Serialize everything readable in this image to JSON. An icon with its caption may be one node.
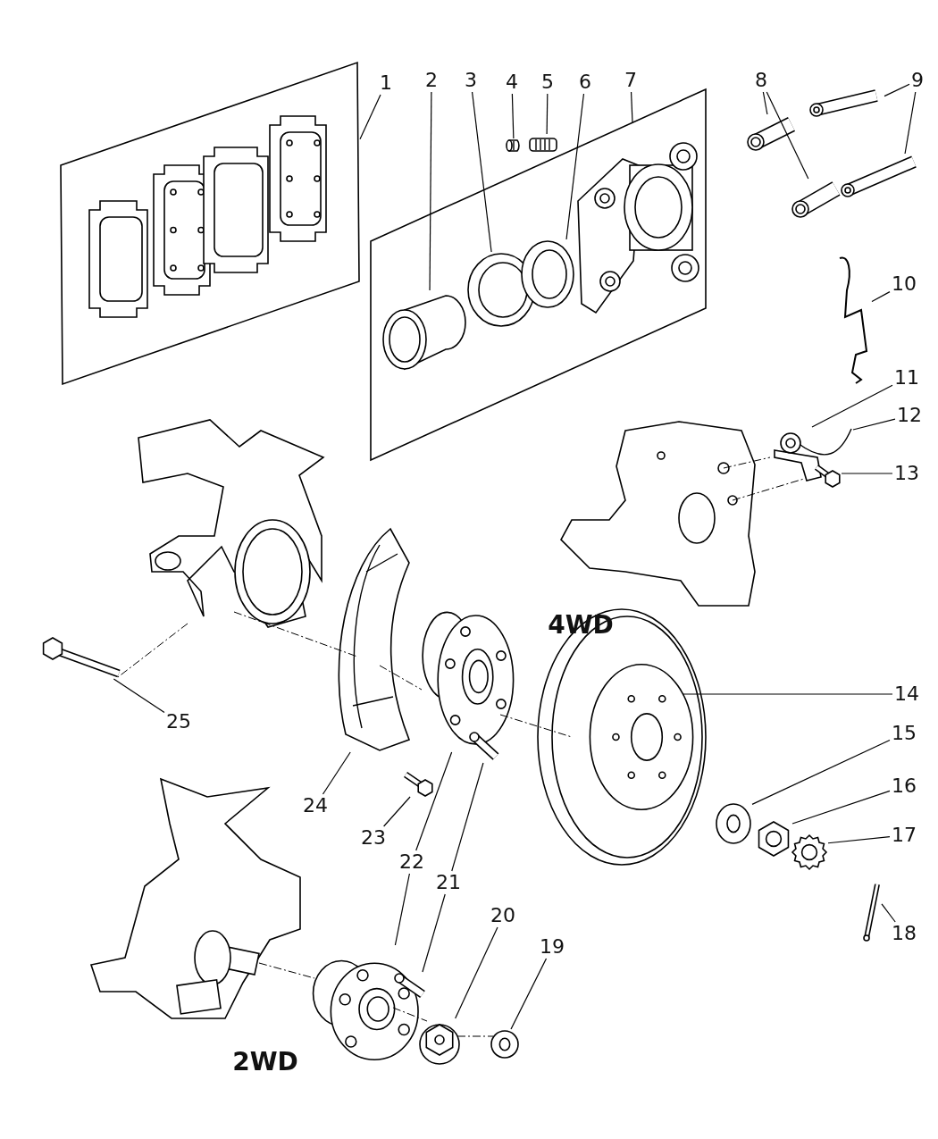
{
  "diagram": {
    "nodes": [
      {
        "text": [],
        "shape": "box"
      },
      {
        "text": [
          "1"
        ]
      },
      {
        "text": [],
        "shape": "box"
      },
      {
        "text": [],
        "shape": "picture",
        "in": 2
      },
      {
        "text": [],
        "shape": "picture",
        "in": 2
      },
      {
        "text": [],
        "shape": "picture",
        "in": 2
      },
      {
        "text": [],
        "shape": "picture",
        "in": 2
      },
      {
        "text": [],
        "shape": "picture",
        "in": 2
      },
      {
        "text": [
          "2"
        ]
      },
      {
        "text": [
          "3"
        ]
      },
      {
        "text": [
          "4"
        ]
      },
      {
        "text": [
          "5"
        ]
      },
      {
        "text": [
          "6"
        ]
      },
      {
        "text": [
          "7"
        ]
      },
      {
        "text": [
          "8"
        ]
      },
      {
        "text": [
          "9"
        ]
      },
      {
        "text": [],
        "shape": "picture"
      },
      {
        "text": [],
        "shape": "picture"
      },
      {
        "text": [],
        "shape": "picture"
      },
      {
        "text": [],
        "shape": "picture"
      },
      {
        "text": [
          "10"
        ]
      },
      {
        "text": [],
        "shape": "picture"
      },
      {
        "text": [
          "11"
        ]
      },
      {
        "text": [
          "12"
        ]
      },
      {
        "text": [],
        "shape": "picture"
      },
      {
        "text": [
          "13"
        ]
      },
      {
        "text": [],
        "shape": "picture"
      },
      {
        "text": [],
        "shape": "picture"
      },
      {
        "text": [],
        "shape": "picture"
      },
      {
        "text": [],
        "shape": "picture"
      },
      {
        "text": [],
        "shape": "picture"
      },
      {
        "text": [],
        "shape": "picture"
      },
      {
        "text": [
          "14"
        ]
      },
      {
        "text": [],
        "shape": "picture"
      },
      {
        "text": [
          "15"
        ]
      },
      {
        "text": [],
        "shape": "picture"
      },
      {
        "text": [
          "16"
        ]
      },
      {
        "text": [],
        "shape": "picture"
      },
      {
        "text": [
          "17"
        ]
      },
      {
        "text": [],
        "shape": "picture"
      },
      {
        "text": [
          "18"
        ]
      },
      {
        "text": [
          "25"
        ]
      },
      {
        "text": [
          "24"
        ]
      },
      {
        "text": [],
        "shape": "picture"
      },
      {
        "text": [
          "23"
        ]
      },
      {
        "text": [
          "22"
        ]
      },
      {
        "text": [
          "21"
        ]
      },
      {
        "text": [
          "20"
        ]
      },
      {
        "text": [
          "19"
        ]
      },
      {
        "text": [],
        "shape": "picture"
      },
      {
        "text": [],
        "shape": "picture"
      },
      {
        "text": [],
        "shape": "picture"
      },
      {
        "text": [],
        "shape": "picture"
      },
      {
        "text": [],
        "shape": "picture"
      },
      {
        "text": [],
        "shape": "picture"
      },
      {
        "text": [],
        "shape": "picture"
      }
    ],
    "edges": [
      {
        "from": 1,
        "to": 0,
        "arrow": "none"
      },
      {
        "from": 8,
        "to": 3,
        "arrow": "none"
      },
      {
        "from": 9,
        "to": 4,
        "arrow": "none"
      },
      {
        "from": 10,
        "to": 5,
        "arrow": "none"
      },
      {
        "from": 11,
        "to": 6,
        "arrow": "none"
      },
      {
        "from": 12,
        "to": 7,
        "arrow": "none"
      },
      {
        "from": 13,
        "to": 2,
        "arrow": "none"
      },
      {
        "from": 14,
        "to": 16,
        "arrow": "none"
      },
      {
        "from": 14,
        "to": 18,
        "arrow": "none"
      },
      {
        "from": 15,
        "to": 17,
        "arrow": "none"
      },
      {
        "from": 15,
        "to": 19,
        "arrow": "none"
      },
      {
        "from": 20,
        "to": 21,
        "arrow": "none"
      },
      {
        "from": 22,
        "to": 24,
        "arrow": "none"
      },
      {
        "from": 23,
        "to": 24,
        "arrow": "none"
      },
      {
        "from": 25,
        "to": 26,
        "arrow": "none"
      },
      {
        "from": 32,
        "to": 31,
        "arrow": "none"
      },
      {
        "from": 34,
        "to": 33,
        "arrow": "none"
      },
      {
        "from": 36,
        "to": 35,
        "arrow": "none"
      },
      {
        "from": 38,
        "to": 37,
        "arrow": "none"
      },
      {
        "from": 40,
        "to": 39,
        "arrow": "none"
      },
      {
        "from": 41,
        "to": 27,
        "arrow": "none"
      },
      {
        "from": 42,
        "to": 28,
        "arrow": "none"
      },
      {
        "from": 44,
        "to": 43,
        "arrow": "none"
      },
      {
        "from": 45,
        "to": 29,
        "arrow": "none"
      },
      {
        "from": 45,
        "to": 49,
        "arrow": "none"
      },
      {
        "from": 46,
        "to": 30,
        "arrow": "none"
      },
      {
        "from": 46,
        "to": 50,
        "arrow": "none"
      },
      {
        "from": 47,
        "to": 51,
        "arrow": "none"
      },
      {
        "from": 48,
        "to": 52,
        "arrow": "none"
      },
      {
        "from": 53,
        "to": 28,
        "arrow": "none",
        "style": "dashed"
      },
      {
        "from": 28,
        "to": 29,
        "arrow": "none",
        "style": "dashed"
      },
      {
        "from": 29,
        "to": 31,
        "arrow": "none",
        "style": "dashed"
      },
      {
        "from": 53,
        "to": 27,
        "arrow": "none",
        "style": "dashed"
      },
      {
        "from": 54,
        "to": 24,
        "arrow": "none",
        "style": "dashed"
      },
      {
        "from": 54,
        "to": 24,
        "arrow": "none",
        "style": "dashed"
      },
      {
        "from": 55,
        "to": 49,
        "arrow": "none",
        "style": "dashed"
      },
      {
        "from": 49,
        "to": 51,
        "arrow": "none",
        "style": "dashed"
      },
      {
        "from": 51,
        "to": 52,
        "arrow": "none",
        "style": "dashed"
      }
    ],
    "labels": [
      "4WD",
      "2WD"
    ]
  }
}
